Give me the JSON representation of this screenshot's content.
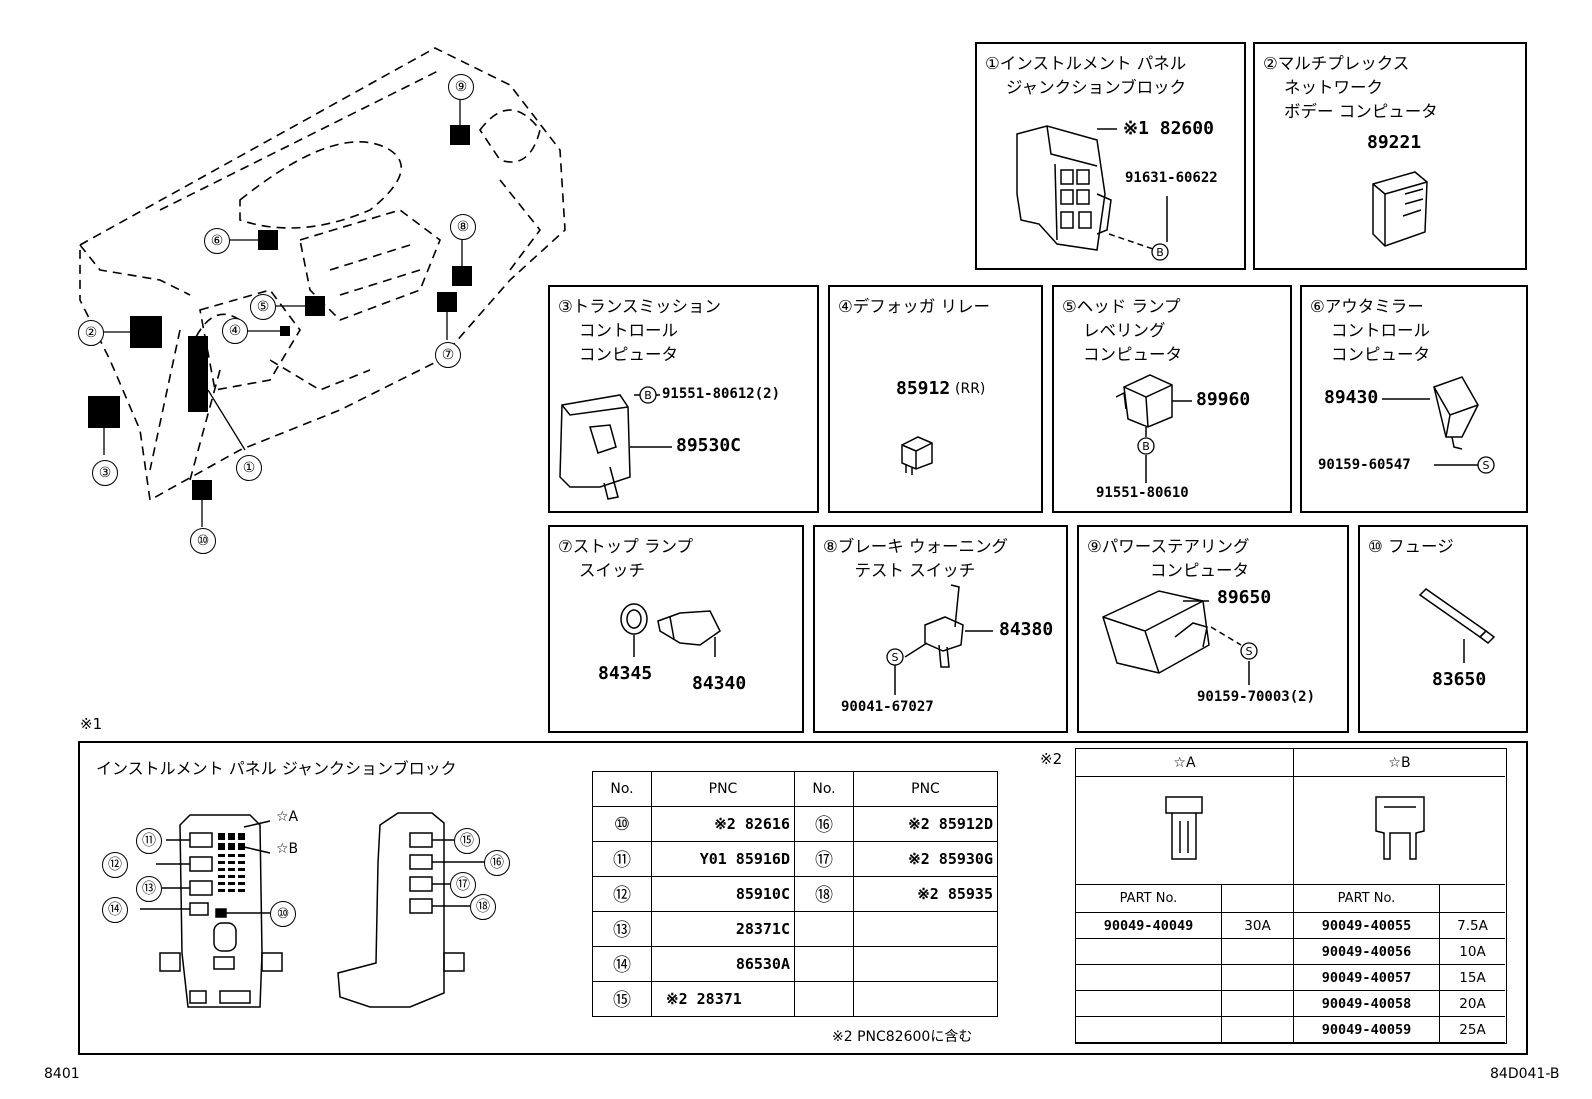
{
  "diagram": {
    "callouts": [
      "①",
      "②",
      "③",
      "④",
      "⑤",
      "⑥",
      "⑦",
      "⑧",
      "⑨",
      "⑩"
    ]
  },
  "panels": [
    {
      "title": "①インストルメント パネル\n    ジャンクションブロック",
      "parts": [
        "※1 82600",
        "91631-60622"
      ],
      "fastener": "B"
    },
    {
      "title": "②マルチプレックス\n    ネットワーク\n    ボデー コンピュータ",
      "parts": [
        "89221"
      ]
    },
    {
      "title": "③トランスミッション\n    コントロール\n    コンピュータ",
      "parts": [
        "91551-80612(2)",
        "89530C"
      ],
      "fastener": "B"
    },
    {
      "title": "④デフォッガ リレー",
      "parts": [
        "85912",
        "(RR)"
      ]
    },
    {
      "title": "⑤ヘッド ランプ\n    レベリング\n    コンピュータ",
      "parts": [
        "89960",
        "91551-80610"
      ],
      "fastener": "B"
    },
    {
      "title": "⑥アウタミラー\n    コントロール\n    コンピュータ",
      "parts": [
        "89430",
        "90159-60547"
      ],
      "fastener": "S"
    },
    {
      "title": "⑦ストップ ランプ\n    スイッチ",
      "parts": [
        "84345",
        "84340"
      ]
    },
    {
      "title": "⑧ブレーキ ウォーニング\n      テスト スイッチ",
      "parts": [
        "84380",
        "90041-67027"
      ],
      "fastener": "S"
    },
    {
      "title": "⑨パワーステアリング\n            コンピュータ",
      "parts": [
        "89650",
        "90159-70003(2)"
      ],
      "fastener": "S"
    },
    {
      "title": "⑩ フュージ",
      "parts": [
        "83650"
      ]
    }
  ],
  "junction": {
    "mark": "※1",
    "title": "インストルメント パネル ジャンクションブロック",
    "stars": [
      "☆A",
      "☆B"
    ],
    "left_callouts": [
      "⑪",
      "⑫",
      "⑬",
      "⑭",
      "⑩"
    ],
    "right_callouts": [
      "⑮",
      "⑯",
      "⑰",
      "⑱"
    ],
    "table_headers": [
      "No.",
      "PNC",
      "No.",
      "PNC"
    ],
    "rows": [
      [
        "⑩",
        "※2 82616",
        "⑯",
        "※2 85912D"
      ],
      [
        "⑪",
        "Y01 85916D",
        "⑰",
        "※2 85930G"
      ],
      [
        "⑫",
        "85910C",
        "⑱",
        "※2 85935"
      ],
      [
        "⑬",
        "28371C",
        "",
        ""
      ],
      [
        "⑭",
        "86530A",
        "",
        ""
      ],
      [
        "⑮",
        "※2 28371",
        "",
        ""
      ]
    ],
    "note": "※2 PNC82600に含む"
  },
  "fuse_table": {
    "mark": "※2",
    "headers": [
      "☆A",
      "☆B"
    ],
    "part_header": "PART No.",
    "a_rows": [
      [
        "90049-40049",
        "30A"
      ],
      [
        "",
        ""
      ],
      [
        "",
        ""
      ],
      [
        "",
        ""
      ],
      [
        "",
        ""
      ]
    ],
    "b_rows": [
      [
        "90049-40055",
        "7.5A"
      ],
      [
        "90049-40056",
        "10A"
      ],
      [
        "90049-40057",
        "15A"
      ],
      [
        "90049-40058",
        "20A"
      ],
      [
        "90049-40059",
        "25A"
      ]
    ]
  },
  "footer": {
    "left": "8401",
    "right": "84D041-B"
  }
}
